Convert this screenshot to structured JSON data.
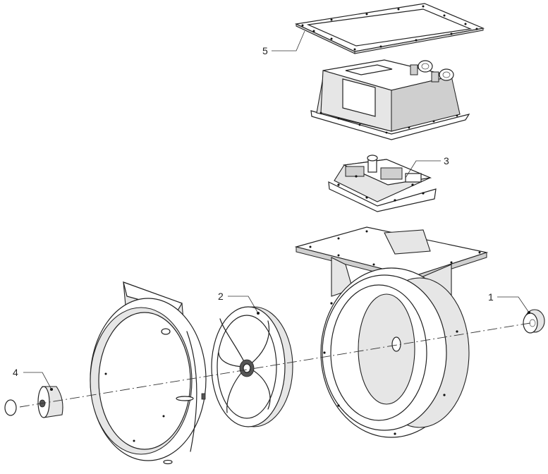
{
  "callouts": [
    {
      "id": "1",
      "label": "1"
    },
    {
      "id": "2",
      "label": "2"
    },
    {
      "id": "3",
      "label": "3"
    },
    {
      "id": "4",
      "label": "4"
    },
    {
      "id": "5",
      "label": "5"
    }
  ],
  "colors": {
    "line": "#222222",
    "shade": "#e6e6e6",
    "background": "#ffffff"
  }
}
